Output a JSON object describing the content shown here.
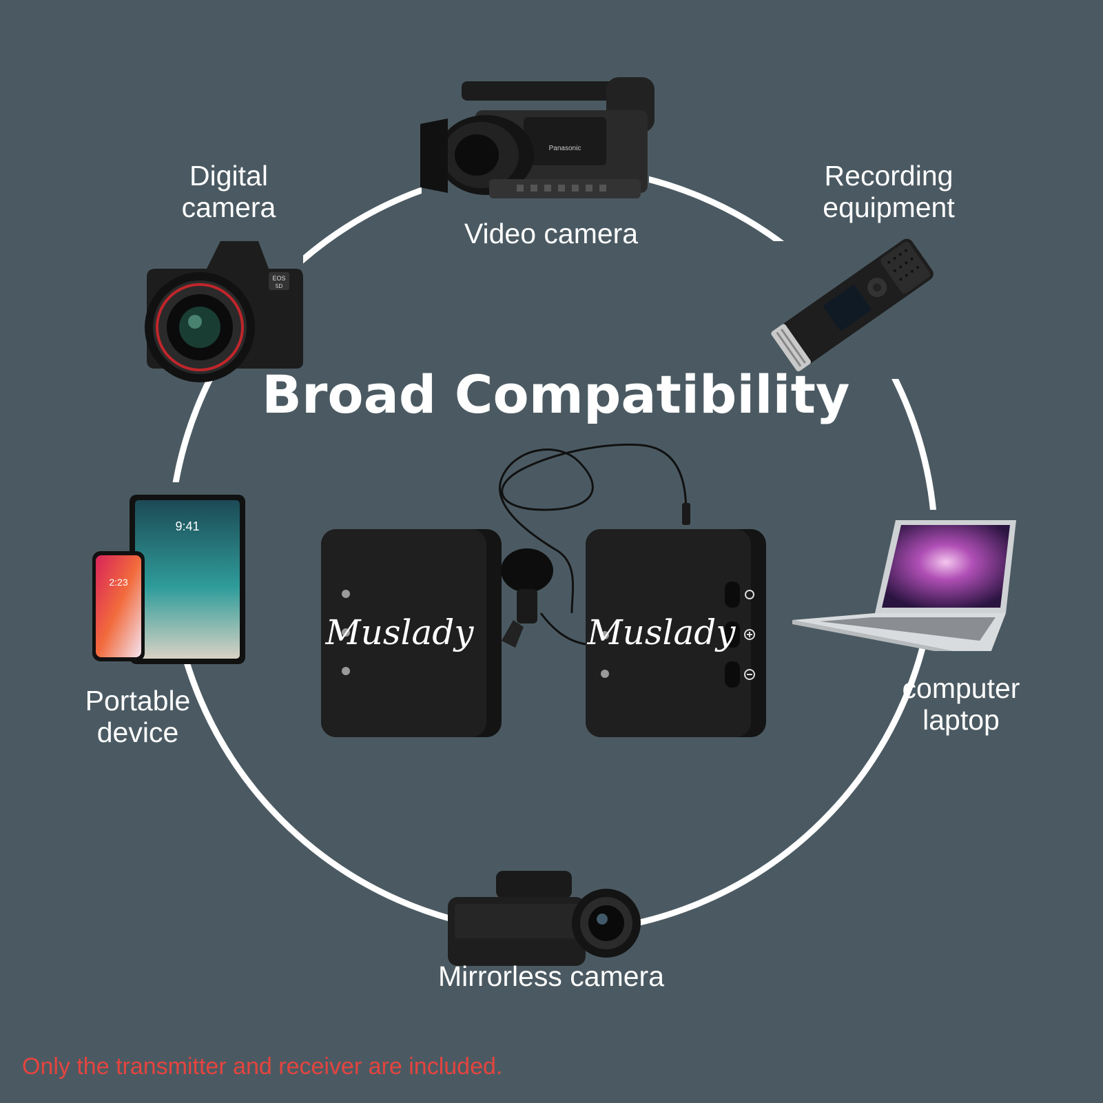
{
  "title": "Broad Compatibility",
  "devices": {
    "video_camera": {
      "lines": [
        "Video camera"
      ]
    },
    "digital_camera": {
      "lines": [
        "Digital",
        "camera"
      ]
    },
    "recording_equipment": {
      "lines": [
        "Recording",
        "equipment"
      ]
    },
    "portable_device": {
      "lines": [
        "Portable",
        "device"
      ]
    },
    "computer_laptop": {
      "lines": [
        "computer",
        "laptop"
      ]
    },
    "mirrorless_camera": {
      "lines": [
        "Mirrorless camera"
      ]
    }
  },
  "product": {
    "brand": "Muslady",
    "phone_time": "9:41",
    "phone_time_small": "2:23"
  },
  "note": "Only the transmitter and receiver are included.",
  "colors": {
    "background": "#4b5a62",
    "ring": "#ffffff",
    "text": "#ffffff",
    "note": "#e5443f"
  },
  "icons": [
    "video-camera-icon",
    "dslr-camera-icon",
    "voice-recorder-icon",
    "tablet-phone-icon",
    "laptop-icon",
    "camcorder-icon",
    "wireless-mic-icon"
  ]
}
